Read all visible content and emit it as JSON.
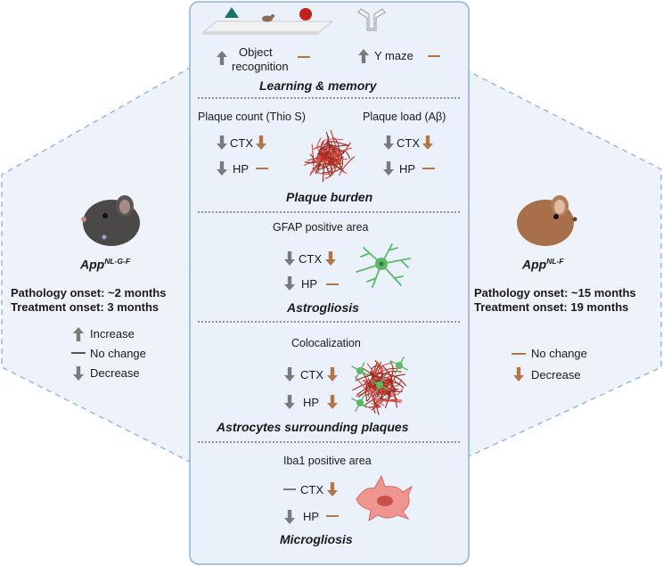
{
  "colors": {
    "gray_arrow": "#7a7a7a",
    "brown_arrow": "#b0774a",
    "dash": "#1a1a1a",
    "panel_bg": "#eaf1fa",
    "panel_border": "#8fb0d6",
    "hex_border": "#9bb7da",
    "hex_bg": "#eef3fa",
    "astrocyte": "#5db86a",
    "microglia": "#e88a8a",
    "plaque": "#c0392b"
  },
  "left_model": {
    "name": "App",
    "sup": "NL-G-F",
    "pathology_onset": "Pathology onset: ~2 months",
    "treatment_onset": "Treatment onset: 3 months",
    "legend": [
      {
        "icon": "up-arrow",
        "label": "Increase"
      },
      {
        "icon": "dash",
        "label": "No change"
      },
      {
        "icon": "down-arrow",
        "label": "Decrease"
      }
    ]
  },
  "right_model": {
    "name": "App",
    "sup": "NL-F",
    "pathology_onset": "Pathology onset: ~15 months",
    "treatment_onset": "Treatment onset: 19 months",
    "legend": [
      {
        "icon": "dash",
        "label": "No change"
      },
      {
        "icon": "down-arrow",
        "label": "Decrease"
      }
    ]
  },
  "sections": {
    "learning": {
      "title": "Learning & memory",
      "object": "Object\nrecognition",
      "object_l1": "Object",
      "object_l2": "recognition",
      "ymaze": "Y maze"
    },
    "plaque": {
      "title": "Plaque burden",
      "left_header": "Plaque count (Thio S)",
      "right_header": "Plaque load (Aβ)",
      "ctx": "CTX",
      "hp": "HP"
    },
    "astro": {
      "title": "Astrogliosis",
      "header": "GFAP positive area",
      "ctx": "CTX",
      "hp": "HP"
    },
    "coloc": {
      "title": "Astrocytes surrounding plaques",
      "header": "Colocalization",
      "ctx": "CTX",
      "hp": "HP"
    },
    "micro": {
      "title": "Microgliosis",
      "header": "Iba1 positive area",
      "ctx": "CTX",
      "hp": "HP"
    }
  }
}
